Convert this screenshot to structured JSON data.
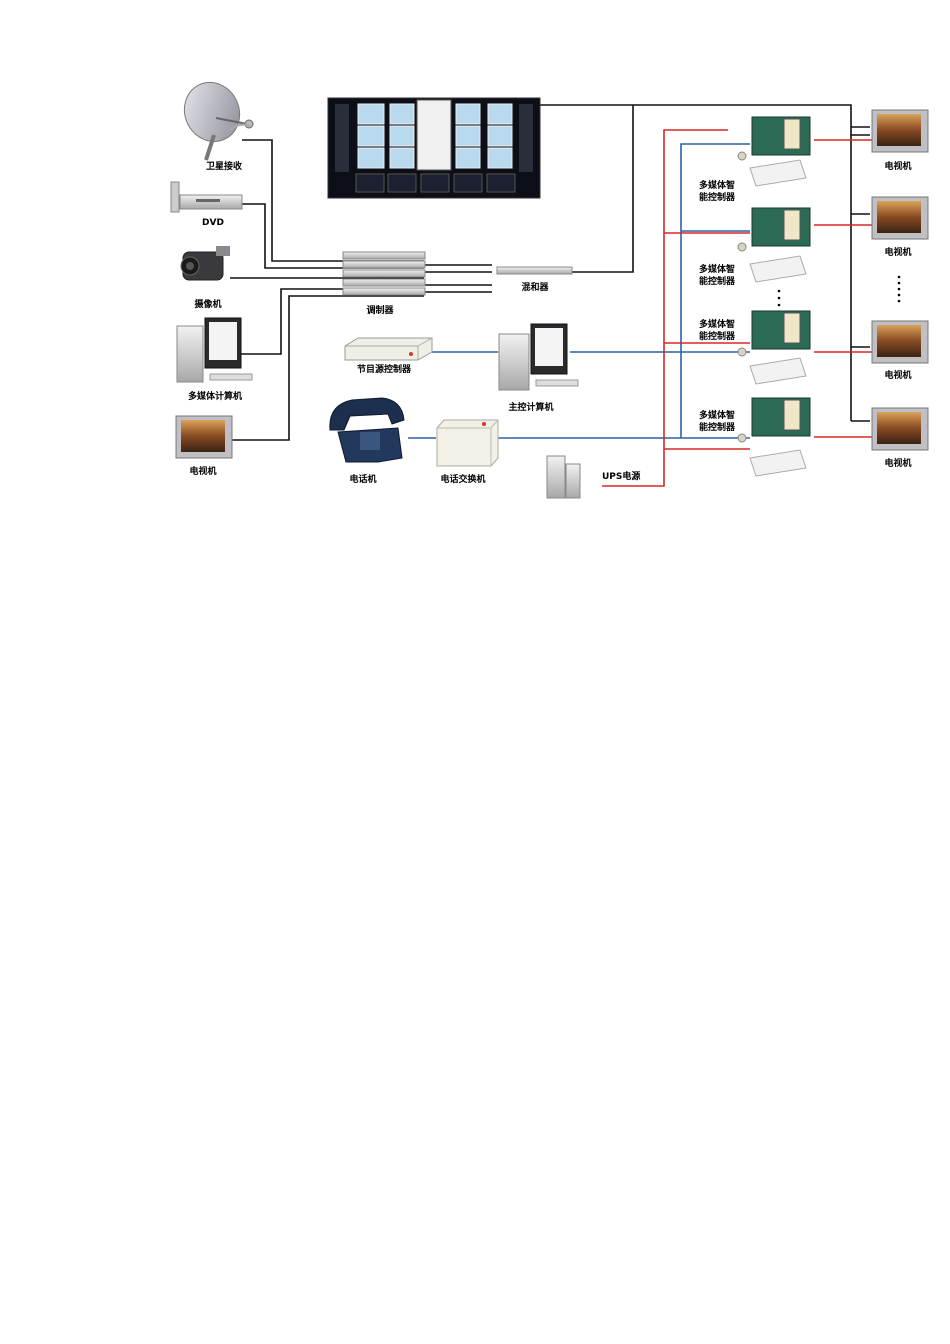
{
  "labels": {
    "satellite": "卫星接收",
    "dvd": "DVD",
    "camera": "摄像机",
    "multimedia_pc": "多媒体计算机",
    "tv_left": "电视机",
    "modulator": "调制器",
    "mixer": "混和器",
    "program_controller": "节目源控制器",
    "main_computer": "主控计算机",
    "phone": "电话机",
    "pbx": "电话交换机",
    "ups": "UPS电源",
    "controllers": [
      [
        "多媒体智",
        "能控制器"
      ],
      [
        "多媒体智",
        "能控制器"
      ],
      [
        "多媒体智",
        "能控制器"
      ],
      [
        "多媒体智",
        "能控制器"
      ]
    ],
    "tvs_right": [
      "电视机",
      "电视机",
      "电视机",
      "电视机"
    ]
  },
  "colors": {
    "video_line": "#111111",
    "data_line": "#2a62a8",
    "power_line": "#d62828"
  }
}
